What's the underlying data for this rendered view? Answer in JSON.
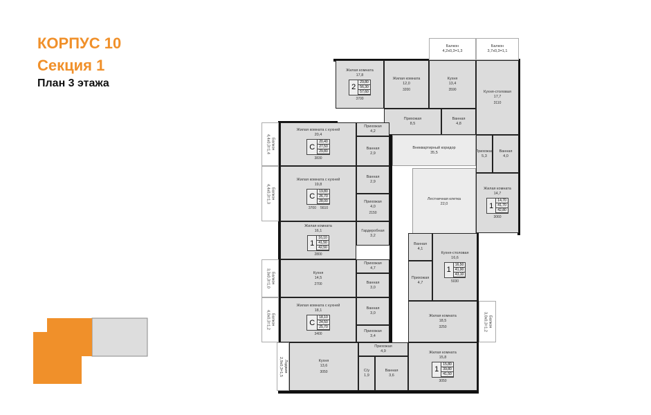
{
  "header": {
    "building": "КОРПУС 10",
    "section": "Секция 1",
    "floor_plan": "План 3 этажа"
  },
  "colors": {
    "accent": "#f0902a",
    "room_fill": "#dcdcdc",
    "wall": "#111111"
  },
  "rooms": [
    {
      "name": "Жилая комната",
      "area": "17,8",
      "dim": "3700"
    },
    {
      "name": "Жилая комната",
      "area": "12,0",
      "dim": "3200"
    },
    {
      "name": "Кухня",
      "area": "13,4",
      "dim": "3590"
    },
    {
      "name": "Прихожая",
      "area": "8,5"
    },
    {
      "name": "Ванная",
      "area": "4,8"
    },
    {
      "name": "Кухня-столовая",
      "area": "17,7",
      "dim": "3110"
    },
    {
      "name": "Балкон",
      "area": "4,2х0,3=1,3"
    },
    {
      "name": "Балкон",
      "area": "3,7х0,3=1,1"
    },
    {
      "name": "Прихожая",
      "area": "5,3"
    },
    {
      "name": "Ванная",
      "area": "4,0"
    },
    {
      "name": "Жилая комната",
      "area": "14,7",
      "dim": "3060"
    },
    {
      "name": "Внеквартирный коридор",
      "area": "35,5"
    },
    {
      "name": "Лестничная клетка",
      "area": "22,0"
    },
    {
      "name": "Жилая комната с кухней",
      "area": "20,4",
      "dim": "3830"
    },
    {
      "name": "Прихожая",
      "area": "4,2"
    },
    {
      "name": "Ванная",
      "area": "2,9"
    },
    {
      "name": "Жилая комната с кухней",
      "area": "19,8",
      "dim": "3700"
    },
    {
      "name": "Ванная",
      "area": "2,9"
    },
    {
      "name": "Прихожая",
      "area": "4,0",
      "dim": "2150"
    },
    {
      "name": "Жилая комната",
      "area": "16,1",
      "dim": "2800"
    },
    {
      "name": "Гардеробная",
      "area": "3,2"
    },
    {
      "name": "Кухня",
      "area": "14,5",
      "dim": "2700"
    },
    {
      "name": "Прихожая",
      "area": "4,7"
    },
    {
      "name": "Ванная",
      "area": "3,0"
    },
    {
      "name": "Жилая комната с кухней",
      "area": "18,1",
      "dim": "3400"
    },
    {
      "name": "Ванная",
      "area": "3,0"
    },
    {
      "name": "Прихожая",
      "area": "3,4"
    },
    {
      "name": "Кухня",
      "area": "13,6",
      "dim": "3050"
    },
    {
      "name": "Прихожая",
      "area": "4,9"
    },
    {
      "name": "С/у",
      "area": "1,9"
    },
    {
      "name": "Ванная",
      "area": "3,6"
    },
    {
      "name": "Ванная",
      "area": "4,1"
    },
    {
      "name": "Прихожая",
      "area": "4,7"
    },
    {
      "name": "Кухня-столовая",
      "area": "16,6",
      "dim": "5030"
    },
    {
      "name": "Жилая комната",
      "area": "18,5",
      "dim": "3250"
    },
    {
      "name": "Жилая комната",
      "area": "15,8",
      "dim": "3050"
    },
    {
      "name": "Балкон",
      "area": "4,4х0,3=1,4"
    },
    {
      "name": "Балкон",
      "area": "4,4х0,3=1,3"
    },
    {
      "name": "Балкон",
      "area": "3,3х0,3=1,0"
    },
    {
      "name": "Балкон",
      "area": "4,0х0,3=1,2"
    },
    {
      "name": "Лоджия",
      "area": "2,9х0,3=1,5"
    },
    {
      "name": "Балкон",
      "area": "3,0х0,3=1,2"
    }
  ],
  "extra_dims": [
    "5610"
  ],
  "apartments": [
    {
      "rooms": "2",
      "areas": [
        "29,80",
        "56,30",
        "57,60"
      ]
    },
    {
      "rooms": "1",
      "areas": [
        "14,70",
        "41,70",
        "42,80"
      ]
    },
    {
      "rooms": "С",
      "areas": [
        "20,40",
        "27,50",
        "29,80"
      ]
    },
    {
      "rooms": "С",
      "areas": [
        "19,80",
        "26,70",
        "28,00"
      ]
    },
    {
      "rooms": "1",
      "areas": [
        "16,10",
        "41,50",
        "42,50"
      ]
    },
    {
      "rooms": "С",
      "areas": [
        "18,10",
        "24,50",
        "25,70"
      ]
    },
    {
      "rooms": "1",
      "areas": [
        "16,50",
        "41,90",
        "43,10"
      ]
    },
    {
      "rooms": "1",
      "areas": [
        "15,80",
        "39,80",
        "41,50"
      ]
    }
  ]
}
